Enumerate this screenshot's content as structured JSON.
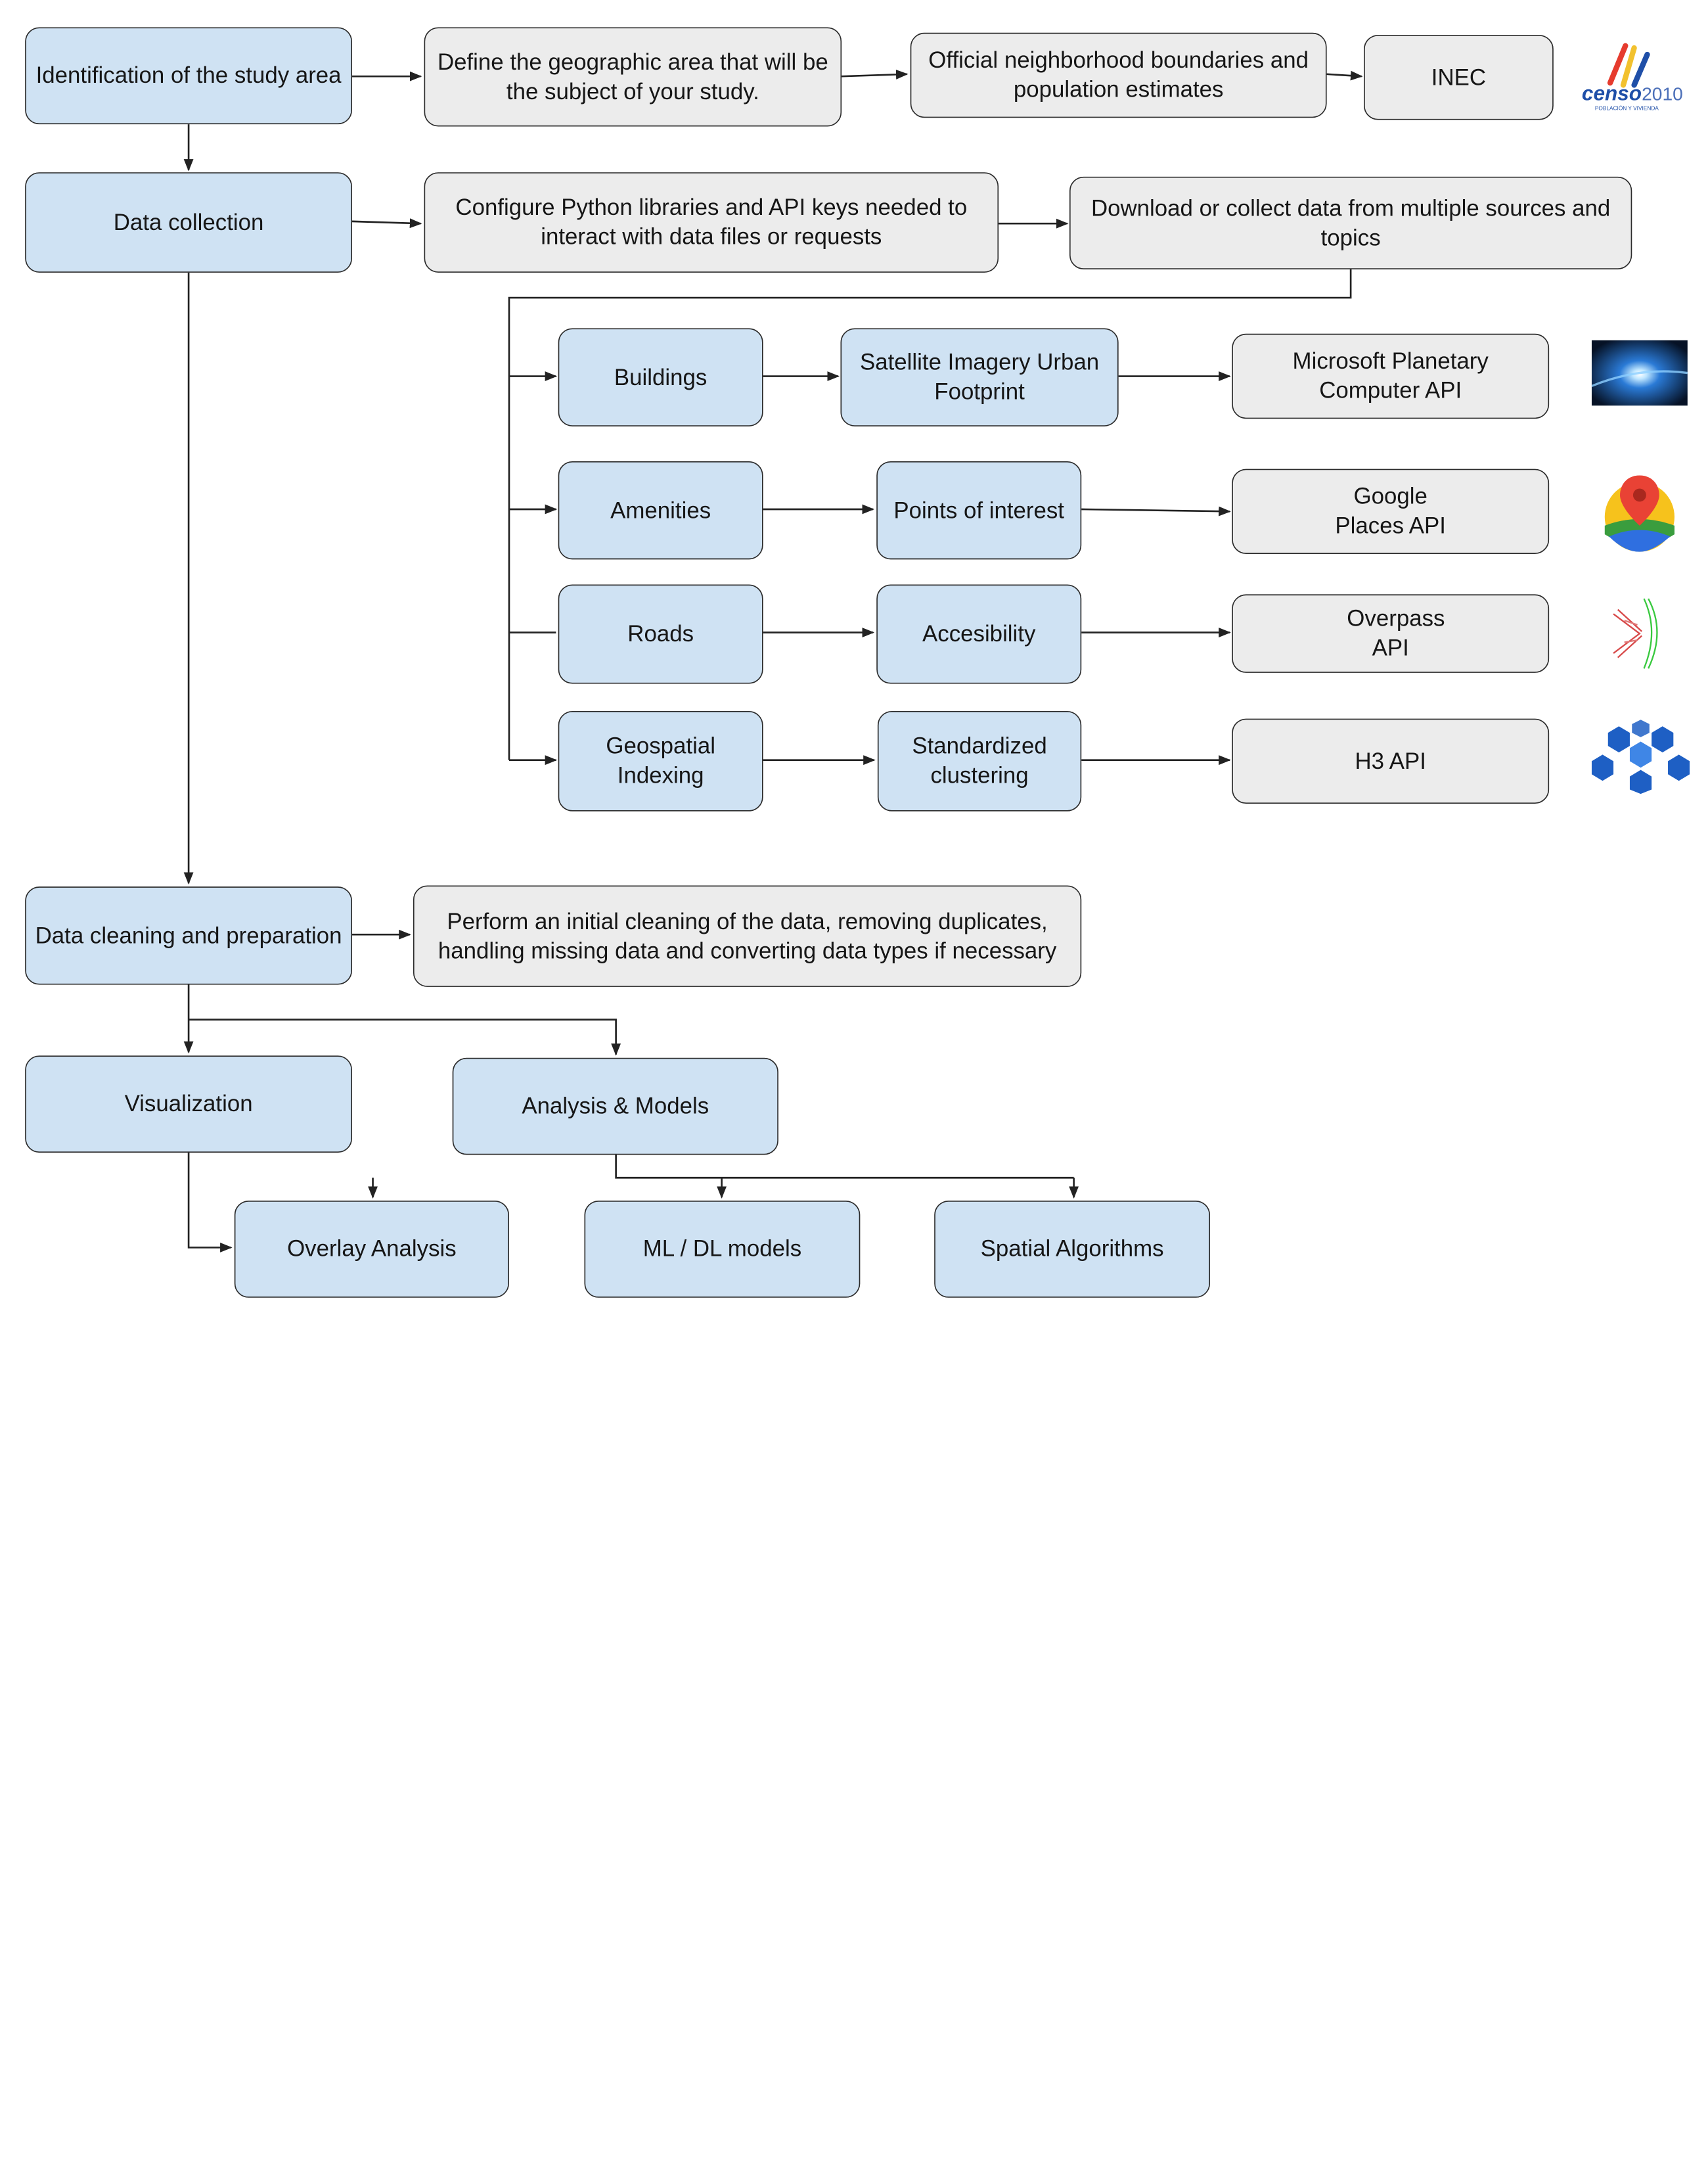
{
  "steps": {
    "study_area": "Identification of the study area",
    "define_area": "Define the geographic area that will be the subject of your study.",
    "boundaries": "Official neighborhood boundaries and population estimates",
    "inec": "INEC",
    "data_collection": "Data collection",
    "configure": "Configure Python libraries and API keys needed to interact with data files or requests",
    "download": "Download or collect data from multiple sources and topics",
    "cleaning": "Data cleaning and preparation",
    "cleaning_desc": "Perform an initial cleaning of the data, removing duplicates, handling missing data and converting data types if necessary",
    "visualization": "Visualization",
    "analysis": "Analysis & Models",
    "overlay": "Overlay Analysis",
    "ml_dl": "ML / DL models",
    "spatial": "Spatial Algorithms"
  },
  "sources": [
    {
      "topic": "Buildings",
      "dataset": "Satellite Imagery Urban Footprint",
      "api": "Microsoft Planetary Computer API"
    },
    {
      "topic": "Amenities",
      "dataset": "Points of interest",
      "api": "Google Places API"
    },
    {
      "topic": "Roads",
      "dataset": "Accesibility",
      "api": "Overpass API"
    },
    {
      "topic": "Geospatial Indexing",
      "dataset": "Standardized clustering",
      "api": "H3 API"
    }
  ],
  "logos": {
    "censo": {
      "text": "censo",
      "year": "2010",
      "tagline": "POBLACIÓN Y VIVIENDA"
    },
    "planetary_icon": "planetary-computer-logo",
    "google_places_icon": "google-places-logo",
    "overpass_icon": "overpass-logo",
    "h3_icon": "h3-hexagon-logo"
  },
  "colors": {
    "blue_fill": "#cfe2f3",
    "gray_fill": "#ececec",
    "border": "#2b2b2b"
  }
}
